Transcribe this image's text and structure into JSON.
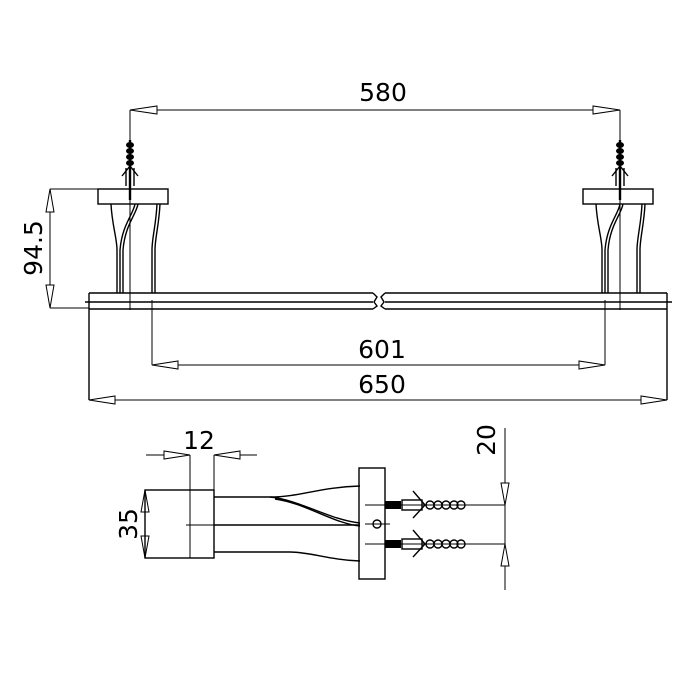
{
  "drawing": {
    "type": "technical dimension drawing",
    "subject": "towel bar",
    "units": "mm",
    "front_view": {
      "dimensions": {
        "mount_spacing": "580",
        "projection_height": "94.5",
        "bracket_span": "601",
        "overall_length": "650"
      }
    },
    "side_view": {
      "dimensions": {
        "bar_thickness": "12",
        "bar_height": "35",
        "screw_spacing": "20"
      }
    }
  }
}
